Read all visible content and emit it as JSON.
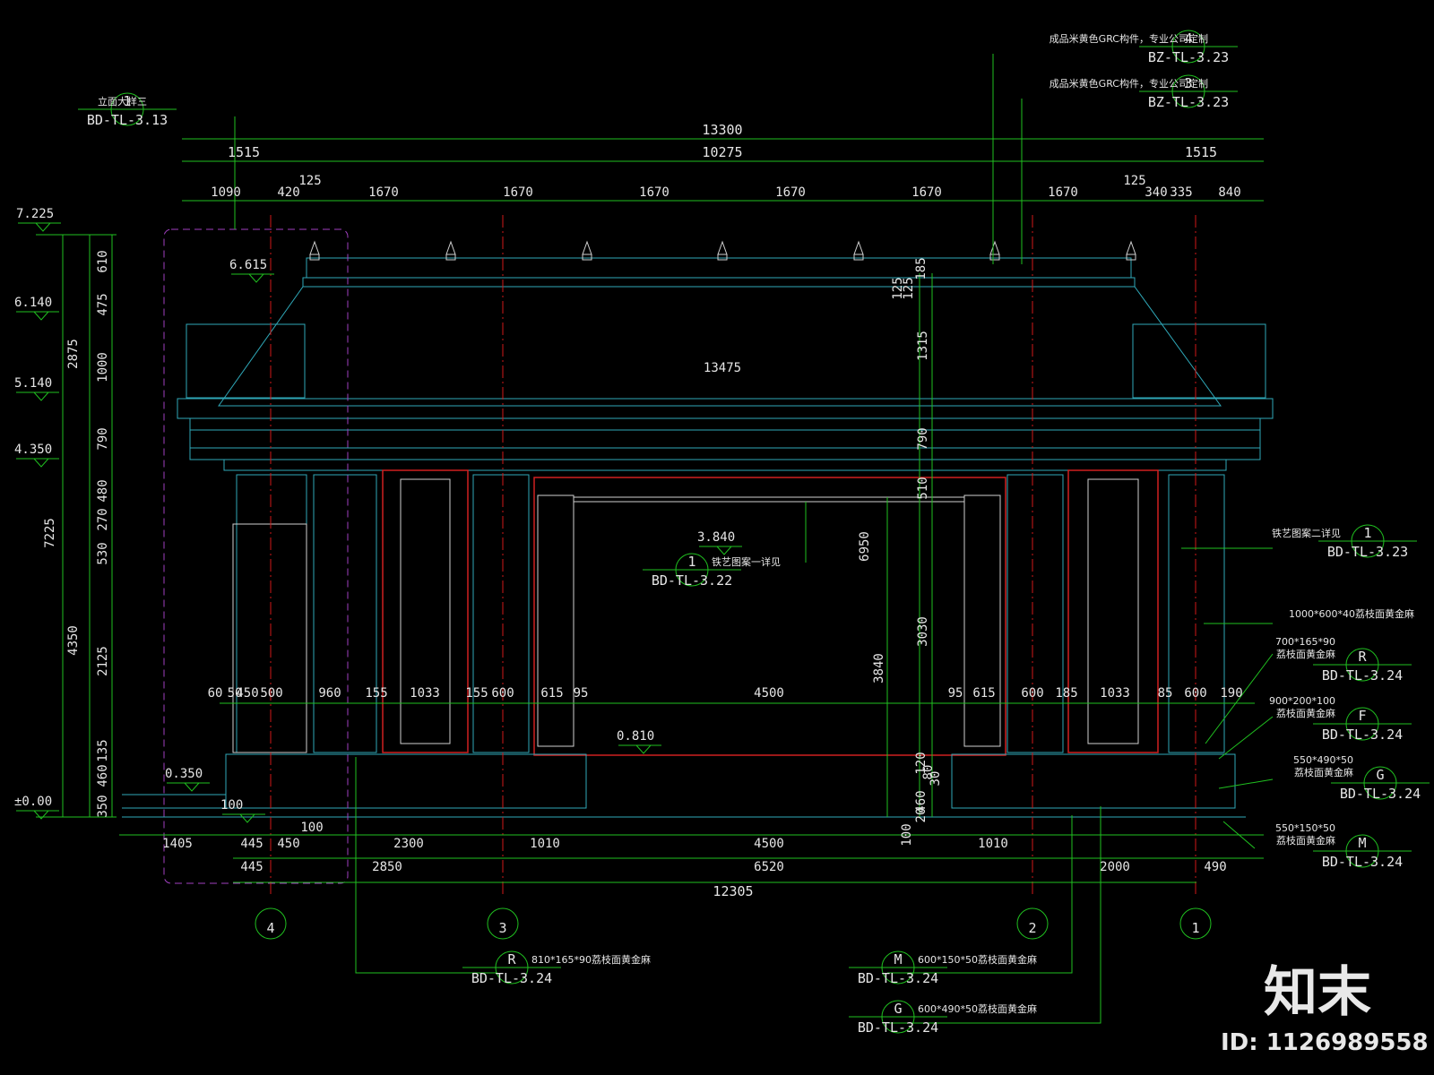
{
  "dims_top": {
    "overall": "13300",
    "row2": [
      "1515",
      "10275",
      "1515"
    ],
    "row3": [
      "1090",
      "420",
      "125",
      "1670",
      "1670",
      "1670",
      "1670",
      "1670",
      "1670",
      "125",
      "340",
      "335",
      "840"
    ]
  },
  "dims_bottom": {
    "row1": [
      "1405",
      "445",
      "450",
      "100",
      "2300",
      "1010",
      "4500",
      "1010"
    ],
    "row2": [
      "445",
      "2850",
      "6520",
      "2000",
      "490"
    ],
    "overall": "12305"
  },
  "dims_left": {
    "segments": [
      "610",
      "475",
      "1000",
      "790",
      "480",
      "270",
      "530",
      "2125",
      "135",
      "460",
      "350"
    ],
    "group": [
      "2875",
      "4350"
    ],
    "total": "7225"
  },
  "levels": [
    "7.225",
    "6.140",
    "5.140",
    "4.350",
    "±0.00",
    "6.615",
    "3.840",
    "0.810",
    "0.350",
    "100"
  ],
  "inner_dims": {
    "roof": [
      "13475",
      "125",
      "125",
      "185",
      "1315",
      "790",
      "510"
    ],
    "heights": [
      "6950",
      "3840",
      "3030",
      "120",
      "460",
      "80",
      "30",
      "20",
      "100"
    ],
    "horizontal": [
      "60",
      "50",
      "450",
      "500",
      "960",
      "155",
      "1033",
      "155",
      "600",
      "615",
      "95",
      "4500",
      "95",
      "615",
      "600",
      "185",
      "1033",
      "85",
      "600",
      "190"
    ]
  },
  "grid_axes": [
    "4",
    "3",
    "2",
    "1"
  ],
  "callouts": [
    {
      "num": "1",
      "ref": "BD-TL-3.13",
      "note": "立面大样三"
    },
    {
      "num": "4",
      "ref": "BZ-TL-3.23",
      "note": "成品米黄色GRC构件，专业公司定制"
    },
    {
      "num": "3",
      "ref": "BZ-TL-3.23",
      "note": "成品米黄色GRC构件，专业公司定制"
    },
    {
      "num": "1",
      "ref": "BD-TL-3.22",
      "note": "铁艺图案一详见"
    },
    {
      "num": "1",
      "ref": "BD-TL-3.23",
      "note": "铁艺图案二详见"
    },
    {
      "num": "R",
      "ref": "BD-TL-3.24",
      "note": "700*165*90",
      "note2": "荔枝面黄金麻"
    },
    {
      "num": "F",
      "ref": "BD-TL-3.24",
      "note": "900*200*100",
      "note2": "荔枝面黄金麻"
    },
    {
      "num": "G",
      "ref": "BD-TL-3.24",
      "note": "550*490*50",
      "note2": "荔枝面黄金麻"
    },
    {
      "num": "M",
      "ref": "BD-TL-3.24",
      "note": "550*150*50",
      "note2": "荔枝面黄金麻"
    },
    {
      "num": "R",
      "ref": "BD-TL-3.24",
      "note": "810*165*90荔枝面黄金麻"
    },
    {
      "num": "M",
      "ref": "BD-TL-3.24",
      "note": "600*150*50荔枝面黄金麻"
    },
    {
      "num": "G",
      "ref": "BD-TL-3.24",
      "note": "600*490*50荔枝面黄金麻"
    }
  ],
  "material_note": "1000*600*40荔枝面黄金麻",
  "watermark": {
    "logo": "知末",
    "id": "ID: 1126989558"
  },
  "colors": {
    "dimension": "#20c020",
    "axis": "#d01818",
    "outline": "#2fa8b8",
    "background": "#000000"
  }
}
